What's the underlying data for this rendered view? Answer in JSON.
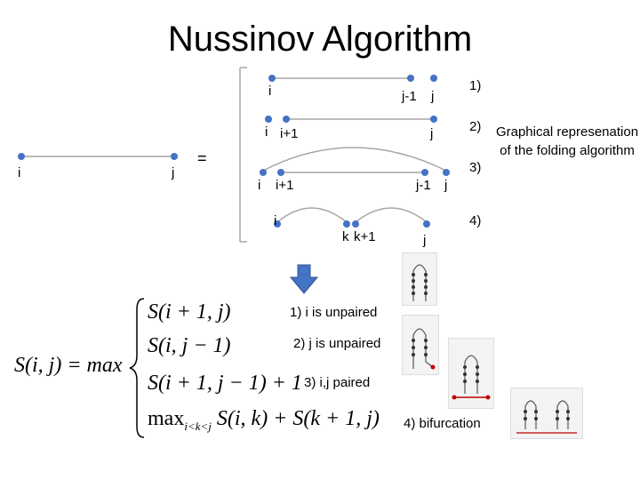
{
  "title": "Nussinov Algorithm",
  "caption": "Graphical represenation of the folding algorithm",
  "left": {
    "i": "i",
    "j": "j",
    "equals": "="
  },
  "cases": [
    {
      "num": "1)",
      "labels": [
        "i",
        "j-1",
        "j"
      ]
    },
    {
      "num": "2)",
      "labels": [
        "i",
        "i+1",
        "j"
      ]
    },
    {
      "num": "3)",
      "labels": [
        "i",
        "i+1",
        "j-1",
        "j"
      ]
    },
    {
      "num": "4)",
      "labels": [
        "i",
        "k",
        "k+1",
        "j"
      ]
    }
  ],
  "formula": {
    "lhs": "S(i, j) = max",
    "rows": [
      "S(i + 1, j)",
      "S(i, j − 1)",
      "S(i + 1, j − 1) + 1",
      {
        "max": "max",
        "sub": "i<k<j",
        "rest": "S(i, k) + S(k + 1, j)"
      }
    ]
  },
  "notes": [
    "1) i is unpaired",
    "2) j is unpaired",
    "3) i,j paired",
    "4) bifurcation"
  ],
  "colors": {
    "node": "#4472c4",
    "line": "#a6a6a6",
    "arrow": "#4472c4",
    "paired": "#c00000"
  }
}
